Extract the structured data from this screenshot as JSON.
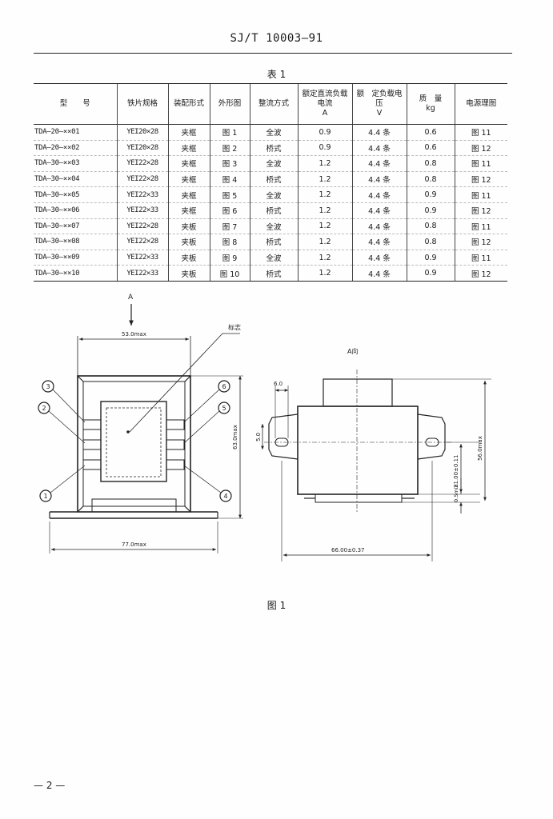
{
  "header": {
    "standard_code": "SJ/T 10003—91"
  },
  "table": {
    "title": "表 1",
    "columns": [
      "型　　号",
      "铁片规格",
      "装配形式",
      "外形图",
      "整流方式",
      "额定直流负载电流\nA",
      "额　定负载电压\nV",
      "质　量\nkg",
      "电源理图"
    ],
    "rows": [
      [
        "TDA—20—××01",
        "YEI20×28",
        "夹框",
        "图 1",
        "全波",
        "0.9",
        "4.4 条",
        "0.6",
        "图 11"
      ],
      [
        "TDA—20—××02",
        "YEI20×28",
        "夹框",
        "图 2",
        "桥式",
        "0.9",
        "4.4 条",
        "0.6",
        "图 12"
      ],
      [
        "TDA—30—××03",
        "YEI22×28",
        "夹框",
        "图 3",
        "全波",
        "1.2",
        "4.4 条",
        "0.8",
        "图 11"
      ],
      [
        "TDA—30—××04",
        "YEI22×28",
        "夹框",
        "图 4",
        "桥式",
        "1.2",
        "4.4 条",
        "0.8",
        "图 12"
      ],
      [
        "TDA—30—××05",
        "YEI22×33",
        "夹框",
        "图 5",
        "全波",
        "1.2",
        "4.4 条",
        "0.9",
        "图 11"
      ],
      [
        "TDA—30—××06",
        "YEI22×33",
        "夹框",
        "图 6",
        "桥式",
        "1.2",
        "4.4 条",
        "0.9",
        "图 12"
      ],
      [
        "TDA—30—××07",
        "YEI22×28",
        "夹板",
        "图 7",
        "全波",
        "1.2",
        "4.4 条",
        "0.8",
        "图 11"
      ],
      [
        "TDA—30—××08",
        "YEI22×28",
        "夹板",
        "图 8",
        "桥式",
        "1.2",
        "4.4 条",
        "0.8",
        "图 12"
      ],
      [
        "TDA—30—××09",
        "YEI22×33",
        "夹板",
        "图 9",
        "全波",
        "1.2",
        "4.4 条",
        "0.9",
        "图 11"
      ],
      [
        "TDA—30—××10",
        "YEI22×33",
        "夹板",
        "图 10",
        "桥式",
        "1.2",
        "4.4 条",
        "0.9",
        "图 12"
      ]
    ]
  },
  "drawing": {
    "view_marker": "A",
    "view_label": "A向",
    "label_callout": "标志",
    "dim_top_width": "53.0max",
    "dim_height": "63.0max",
    "dim_slot_height": "5.0",
    "dim_base_width": "77.0max",
    "dim_slot_width": "6.0",
    "dim_mount_pitch": "66.00±0.37",
    "dim_center_height": "21.00±0.11",
    "dim_pin_offset": "0.5min",
    "dim_side_height": "56.0max",
    "terminals": [
      "1",
      "2",
      "3",
      "4",
      "5",
      "6"
    ]
  },
  "caption": "图 1",
  "page_number": "— 2 —"
}
